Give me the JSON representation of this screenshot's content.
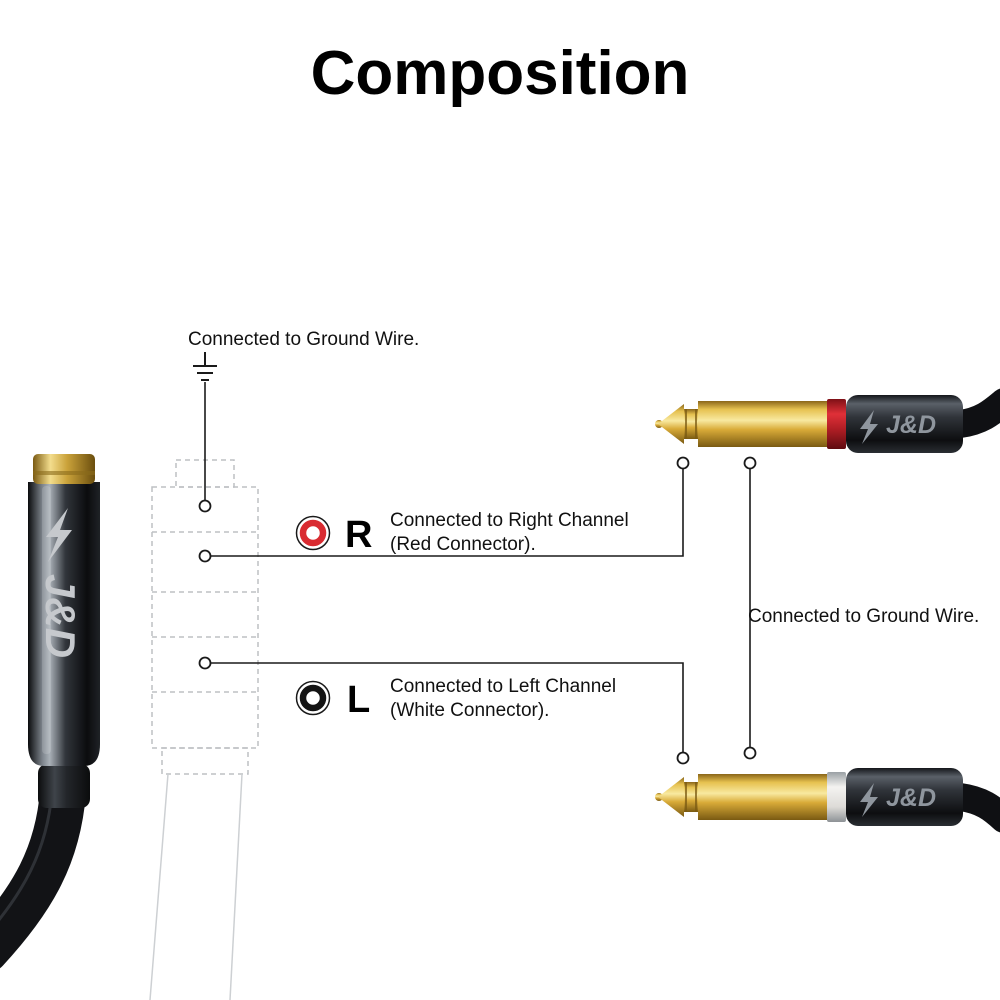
{
  "title": "Composition",
  "callouts": {
    "ground_left": "Connected to Ground Wire.",
    "ground_right": "Connected to Ground Wire.",
    "right_channel": {
      "letter": "R",
      "line1": "Connected to Right Channel",
      "line2": "(Red Connector)."
    },
    "left_channel": {
      "letter": "L",
      "line1": "Connected to Left Channel",
      "line2": "(White Connector)."
    }
  },
  "brand": {
    "female_connector_label": "J&D",
    "plug_top_label": "J&D",
    "plug_bottom_label": "J&D"
  },
  "icons": {
    "ground": "ground-symbol",
    "right_ring": "rca-ring-red",
    "left_ring": "rca-ring-black",
    "lightning": "lightning-bolt"
  },
  "colors": {
    "accent_red": "#d92b31",
    "band_white": "#eceae6",
    "gold": "#d4a93c",
    "plug_body_dark": "#23262b",
    "schematic_gray": "#bdc0c4",
    "wire_line": "#1a1a1a"
  }
}
